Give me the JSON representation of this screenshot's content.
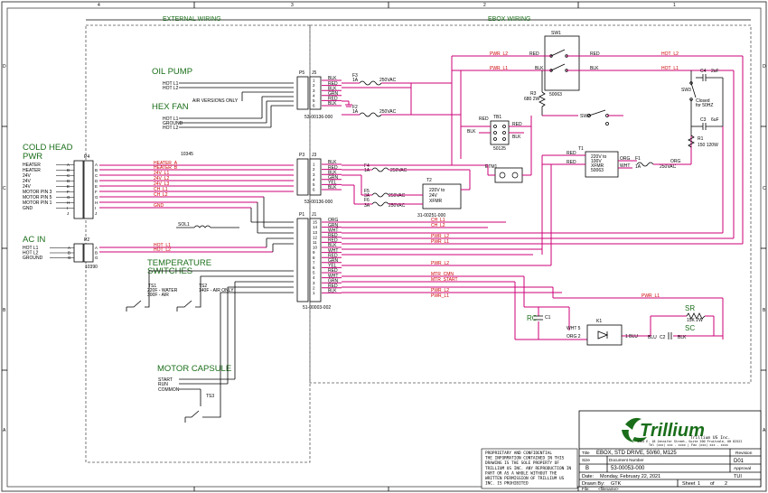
{
  "frame": {
    "cols": [
      "4",
      "3",
      "2",
      "1"
    ],
    "rows": [
      "D",
      "C",
      "B",
      "A"
    ]
  },
  "sections": {
    "external": "EXTERNAL WIRING",
    "ebox": "EBOX WIRING"
  },
  "groups": {
    "oil_pump": "OIL PUMP",
    "hex_fan": "HEX FAN",
    "cold_head_1": "COLD HEAD",
    "cold_head_2": "PWR",
    "ac_in": "AC IN",
    "temp_1": "TEMPERATURE",
    "temp_2": "SWITCHES",
    "motor_capsule": "MOTOR CAPSULE"
  },
  "oil_pump_lines": [
    "HOT L1",
    "HOT L2",
    "AIR VERSIONS ONLY"
  ],
  "hex_fan_lines": [
    "HOT L1",
    "GROUND",
    "HOT L2"
  ],
  "cold_head_lines": [
    "HEATER",
    "HEATER",
    "24V",
    "24V",
    "24V",
    "MOTOR PIN 3",
    "MOTOR PIN 5",
    "MOTOR PIN 1",
    "GND"
  ],
  "cold_head_letters": [
    "A",
    "B",
    "C",
    "D",
    "E",
    "F",
    "G",
    "H",
    "I",
    "J"
  ],
  "cold_head_note": "10345",
  "ac_in_lines": [
    "HOT L1",
    "HOT L2",
    "GROUND"
  ],
  "ac_in_letters": [
    "A",
    "B",
    "G"
  ],
  "motor_capsule_lines": [
    "START",
    "RUN",
    "COMMON"
  ],
  "connectors": {
    "p5": "P5",
    "j5": "J5",
    "j5_part": "53-00136-000",
    "p3": "P3",
    "j3": "J3",
    "j3_part": "53-00136-000",
    "p1": "P1",
    "j1": "J1",
    "j1_part": "51-00003-002",
    "p4": "P4",
    "p2": "P2",
    "p2_part": "10390"
  },
  "j5_wires": [
    "BLK",
    "RED",
    "BLK",
    "GRN",
    "RED",
    "BLK"
  ],
  "j3_wires": [
    "BLK",
    "RED",
    "BLK",
    "GRN",
    "YEL",
    "BLK"
  ],
  "j1_wires": [
    "ORG",
    "GRN",
    "WHT",
    "RED",
    "RED",
    "BLK",
    "WHT",
    "RED",
    "GRN",
    "YEL",
    "RED",
    "WHT",
    "GRN",
    "RED",
    "BLK"
  ],
  "j1_numbers": [
    "15",
    "14",
    "13",
    "12",
    "11",
    "10",
    "9",
    "8",
    "7",
    "6",
    "5",
    "4",
    "3",
    "2",
    "1"
  ],
  "fuses": {
    "f1": "F1",
    "f1_rating": "1A",
    "f1_v": "250VAC",
    "f2": "F2",
    "f2_rating": "1A",
    "f2_v": "250VAC",
    "f3": "F3",
    "f3_rating": "1A",
    "f3_v": "250VAC",
    "f4": "F4",
    "f4_rating": "1A",
    "f4_v": "250VAC",
    "f5": "F5",
    "f5_rating": "3A",
    "f5_v": "250VAC",
    "f6": "F6",
    "f6_rating": "3A",
    "f6_v": "250VAC"
  },
  "signals": {
    "heater_a": "HEATER_A",
    "heater_b": "HEATER_B",
    "v24_1": "24V_L1",
    "v24_2": "24V_L2",
    "v24_3": "24V_L3",
    "ch_l1": "CH_L1",
    "ch_l2": "CH_L2",
    "gnd": "GND",
    "hot_l1": "HOT_L1",
    "hot_l2": "HOT_L2",
    "pwr_l2": "PWR_L2",
    "pwr_l1": "PWR_L1",
    "mtr_cmn": "MTR_CMN",
    "mtr_start": "MTR_START",
    "sol1": "SOL1"
  },
  "components": {
    "sw1": "SW1",
    "sw1_part": "50063",
    "sw2": "SW2",
    "sw3": "SW3",
    "tb1": "TB1",
    "tb1_part": "50125",
    "etm": "ETM1",
    "r3": "R3",
    "r3_val": "680 2W",
    "r1": "R1",
    "r1_val": "150 120W",
    "t1": "T1",
    "t1_text": [
      "220V to",
      "100V",
      "XFMR",
      "50063"
    ],
    "t2": "T2",
    "t2_text": [
      "220V to",
      "24V",
      "XFMR"
    ],
    "t2_part": "31-00251-000",
    "c4": "C4",
    "c4_val": "2uF",
    "c4_note": [
      "Closed",
      "for 50HZ"
    ],
    "c3": "C3",
    "c3_val": "6uF",
    "k1": "K1",
    "k1_pin5": "WHT 5",
    "k1_pin2": "ORG 2",
    "k1_pin1": "1 BLU",
    "c1": "C1",
    "rc": "RC",
    "c2": "C2",
    "sr": "SR",
    "sr_val": "15K 2W",
    "sc": "SC",
    "ts1": "TS1",
    "ts1_text": [
      "220F - WATER",
      "300F - AIR"
    ],
    "ts2": "TS2",
    "ts2_text": "140F - AIR ONLY",
    "ts3": "TS3"
  },
  "wire_colors": {
    "red": "RED",
    "blk": "BLK",
    "org": "ORG",
    "wht": "WHT",
    "grn": "GRN"
  },
  "proprietary": [
    "PROPRIETARY AND CONFIDENTIAL",
    "THE INFORMATION CONTAINED IN THIS",
    "DRAWING IS THE SOLE PROPERTY OF",
    "TRILLIUM US INC.  ANY REPRODUCTION IN",
    "PART OR AS A WHOLE WITHOUT THE",
    "WRITTEN PERMISSION OF TRILLIUM US",
    "INC. IS PROHIBITED"
  ],
  "title_block": {
    "logo": "Trillium",
    "company_sub": "Trillium US Inc.",
    "address": "1365 E. 18 Jennifer Street, Suite 200 Fruitvale, OH 82522",
    "phone": "Tel (xxx) xxx - xxxx  |  Fax (xxx) xxx - xxxx",
    "title_label": "Title",
    "title": "EBOX, STD DRIVE, 50/60, M125",
    "size_label": "Size",
    "size": "B",
    "docnum_label": "Document Number",
    "docnum": "53-00053-000",
    "revision_label": "Revision",
    "revision": "D01",
    "approval_label": "Approval",
    "approval": "TUI",
    "date_label": "Date:",
    "date": "Monday, February 22, 2021",
    "drawn_label": "Drawn By:",
    "drawn": "GTK",
    "file_label": "File:",
    "file": "<filename>",
    "sheet_label": "Sheet",
    "sheet": "1",
    "of_label": "of",
    "of": "2"
  },
  "colors": {
    "wire": "#cc0077",
    "frame": "#444444",
    "ink": "#000000",
    "label": "#1a6e1a",
    "signal": "#cc0000",
    "dash": "#666666",
    "comp": "#0000cc"
  }
}
